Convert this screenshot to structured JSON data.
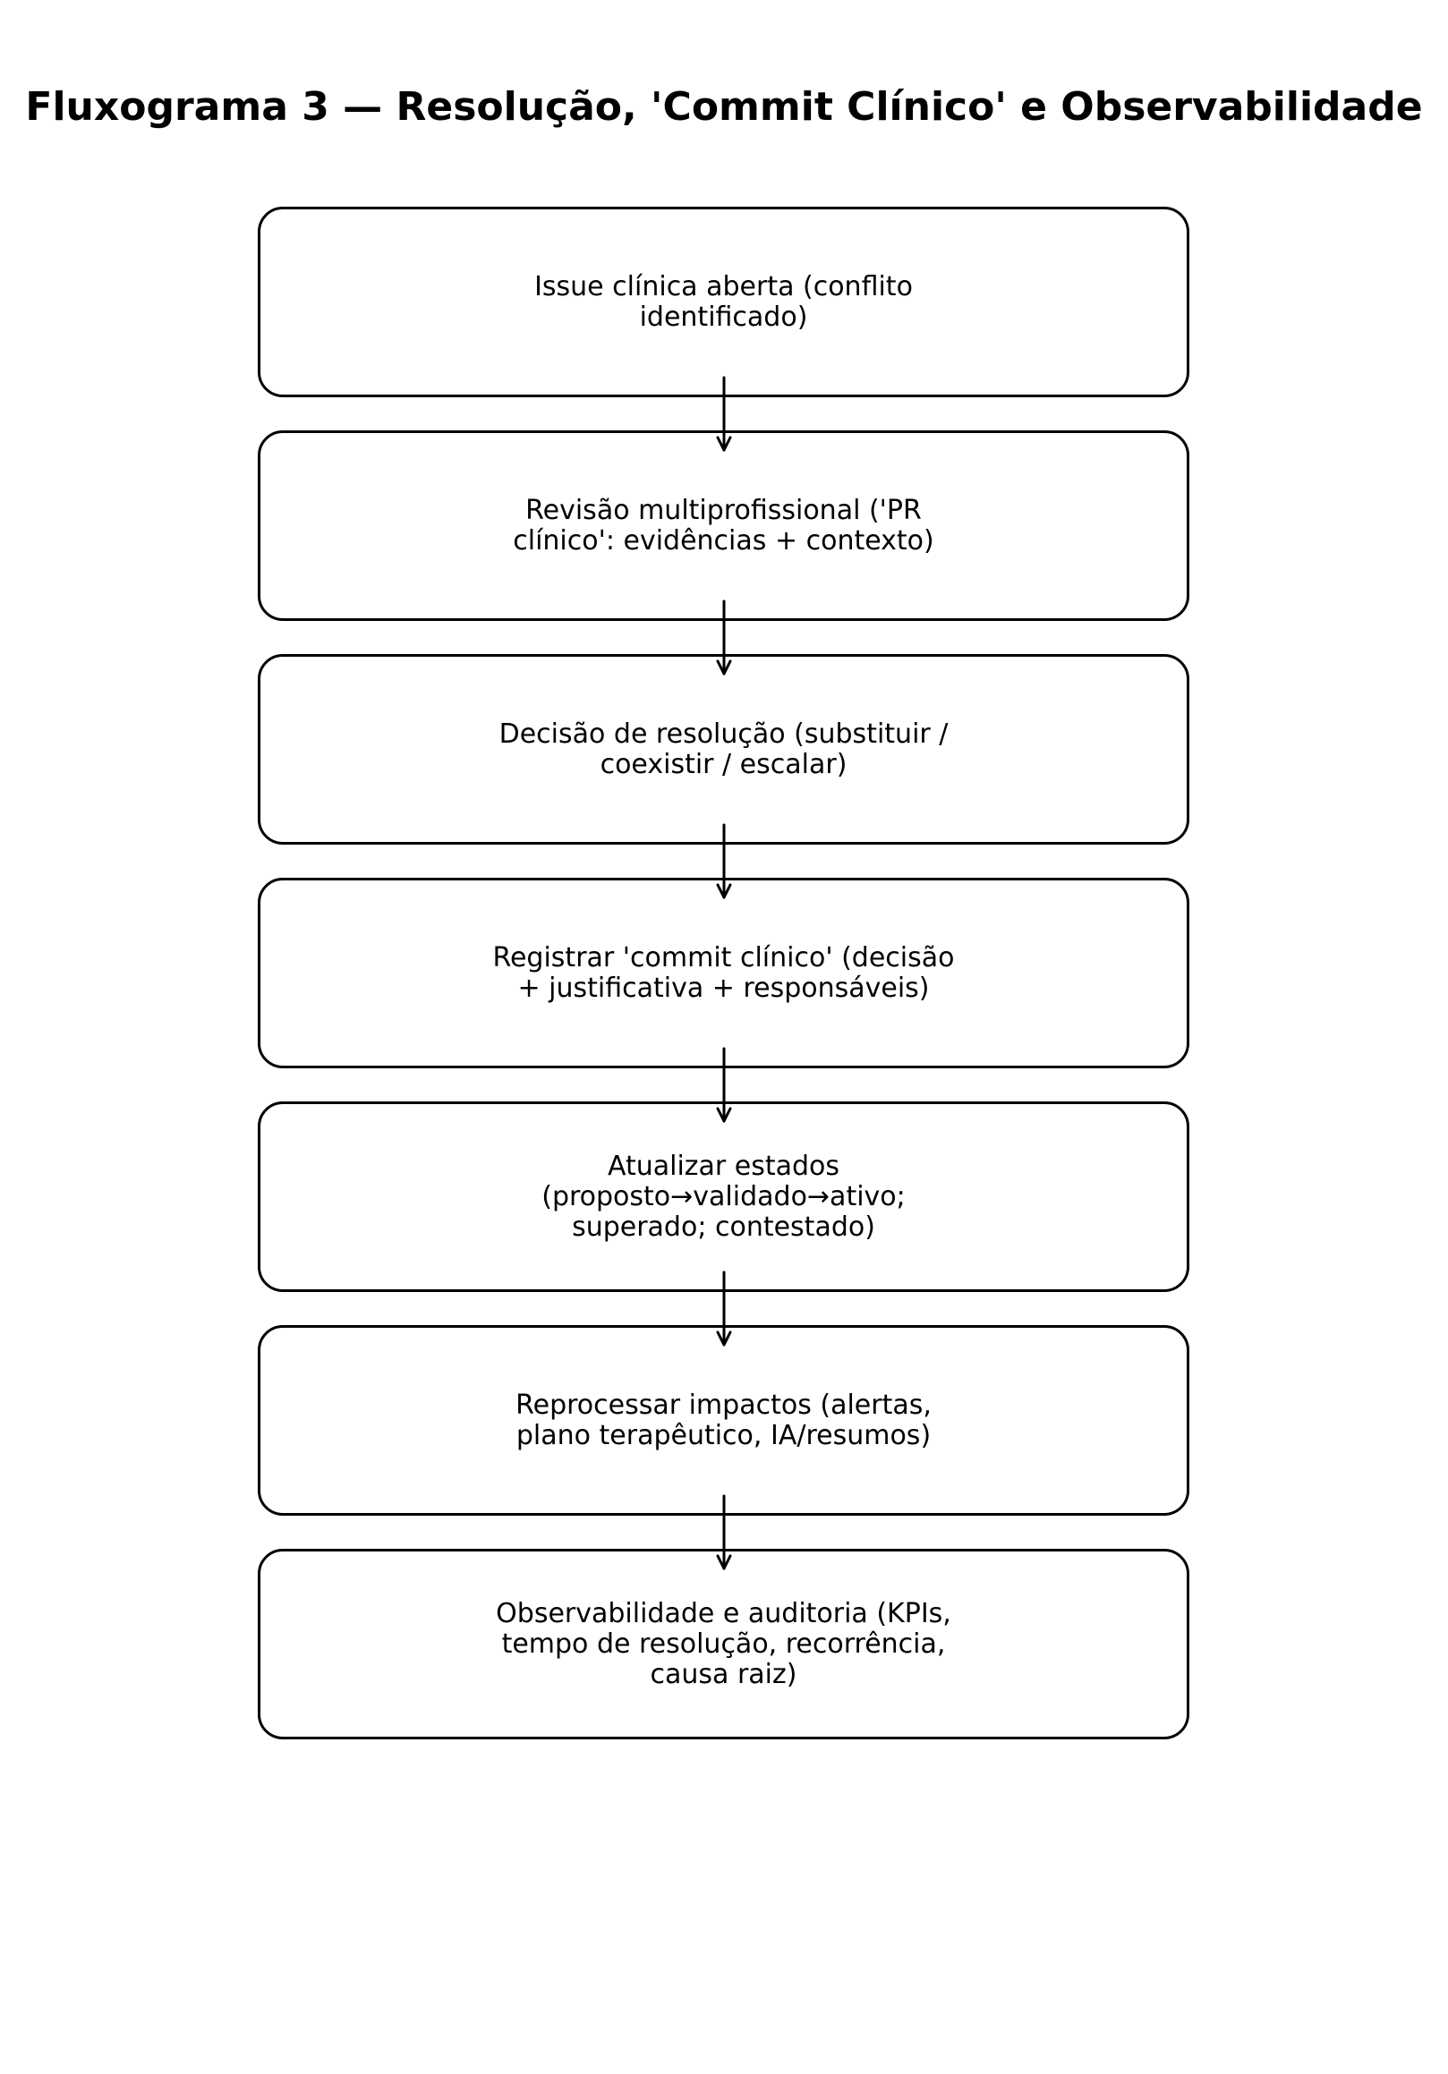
{
  "title": "Fluxograma 3 — Resolução, 'Commit Clínico' e Observabilidade",
  "nodes": [
    {
      "label": "Issue clínica aberta (conflito identificado)"
    },
    {
      "label": "Revisão multiprofissional ('PR clínico': evidências + contexto)"
    },
    {
      "label": "Decisão de resolução (substituir / coexistir / escalar)"
    },
    {
      "label": "Registrar 'commit clínico' (decisão + justificativa + responsáveis)"
    },
    {
      "label": "Atualizar estados (proposto→validado→ativo; superado; contestado)"
    },
    {
      "label": "Reprocessar impactos (alertas, plano terapêutico, IA/resumos)"
    },
    {
      "label": "Observabilidade e auditoria (KPIs, tempo de resolução, recorrência, causa raiz)"
    }
  ],
  "edges": [
    {
      "from": 0,
      "to": 1
    },
    {
      "from": 1,
      "to": 2
    },
    {
      "from": 2,
      "to": 3
    },
    {
      "from": 3,
      "to": 4
    },
    {
      "from": 4,
      "to": 5
    },
    {
      "from": 5,
      "to": 6
    }
  ],
  "colors": {
    "stroke": "#000000",
    "background": "#ffffff"
  }
}
